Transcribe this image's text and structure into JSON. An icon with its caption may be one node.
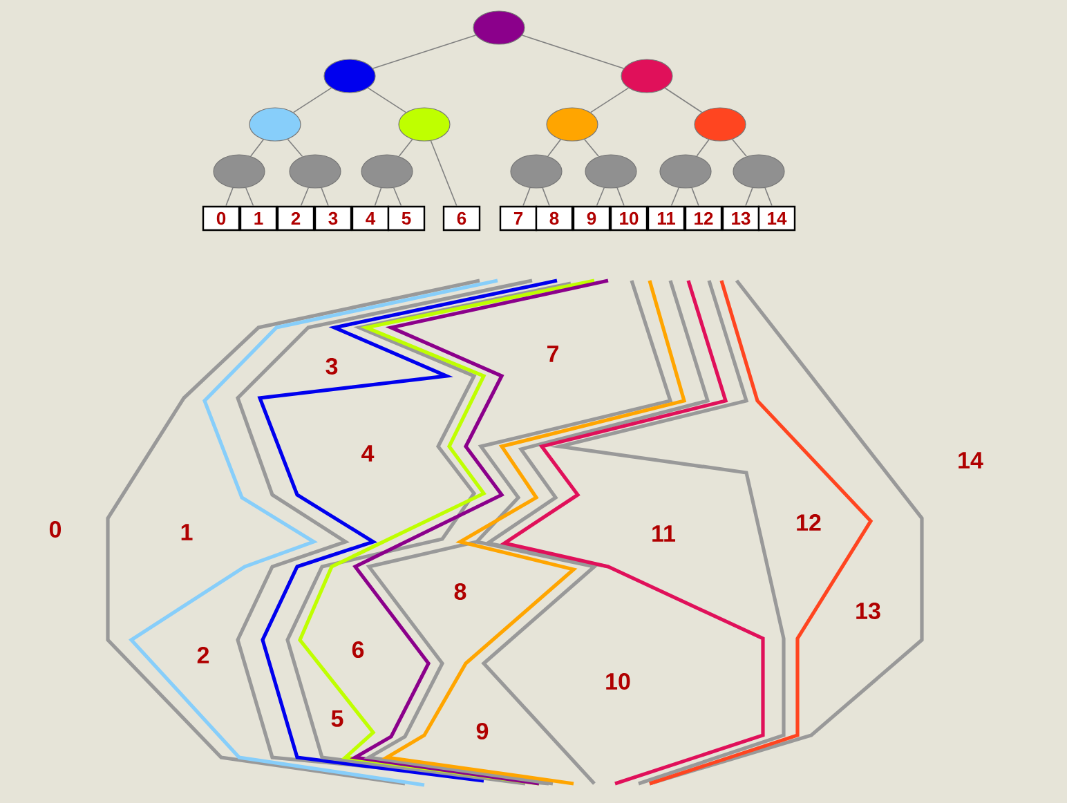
{
  "diagram": {
    "nodes": [
      {
        "text": [],
        "shape": "circle"
      },
      {
        "text": [],
        "shape": "circle"
      },
      {
        "text": [],
        "shape": "circle"
      },
      {
        "text": [],
        "shape": "circle"
      },
      {
        "text": [],
        "shape": "circle"
      },
      {
        "text": [],
        "shape": "circle"
      },
      {
        "text": [],
        "shape": "circle"
      },
      {
        "text": [],
        "shape": "circle"
      },
      {
        "text": [],
        "shape": "circle"
      },
      {
        "text": [],
        "shape": "circle"
      },
      {
        "text": [],
        "shape": "circle"
      },
      {
        "text": [],
        "shape": "circle"
      },
      {
        "text": [],
        "shape": "circle"
      },
      {
        "text": [],
        "shape": "circle"
      },
      {
        "text": [
          "0"
        ]
      },
      {
        "text": [
          "1"
        ]
      },
      {
        "text": [
          "2"
        ]
      },
      {
        "text": [
          "3"
        ]
      },
      {
        "text": [
          "4"
        ]
      },
      {
        "text": [
          "5"
        ]
      },
      {
        "text": [
          "6"
        ]
      },
      {
        "text": [
          "7"
        ]
      },
      {
        "text": [
          "8"
        ]
      },
      {
        "text": [
          "9"
        ]
      },
      {
        "text": [
          "10"
        ]
      },
      {
        "text": [
          "11"
        ]
      },
      {
        "text": [
          "12"
        ]
      },
      {
        "text": [
          "13"
        ]
      },
      {
        "text": [
          "14"
        ]
      }
    ],
    "edges": [
      {
        "from": 0,
        "to": 1,
        "arrow": "none"
      },
      {
        "from": 0,
        "to": 2,
        "arrow": "none"
      },
      {
        "from": 1,
        "to": 3,
        "arrow": "none"
      },
      {
        "from": 1,
        "to": 4,
        "arrow": "none"
      },
      {
        "from": 2,
        "to": 5,
        "arrow": "none"
      },
      {
        "from": 2,
        "to": 6,
        "arrow": "none"
      },
      {
        "from": 3,
        "to": 7,
        "arrow": "none"
      },
      {
        "from": 3,
        "to": 8,
        "arrow": "none"
      },
      {
        "from": 4,
        "to": 9,
        "arrow": "none"
      },
      {
        "from": 4,
        "to": 20,
        "arrow": "none"
      },
      {
        "from": 5,
        "to": 10,
        "arrow": "none"
      },
      {
        "from": 5,
        "to": 11,
        "arrow": "none"
      },
      {
        "from": 6,
        "to": 12,
        "arrow": "none"
      },
      {
        "from": 6,
        "to": 13,
        "arrow": "none"
      },
      {
        "from": 7,
        "to": 14,
        "arrow": "none"
      },
      {
        "from": 7,
        "to": 15,
        "arrow": "none"
      },
      {
        "from": 8,
        "to": 16,
        "arrow": "none"
      },
      {
        "from": 8,
        "to": 17,
        "arrow": "none"
      },
      {
        "from": 9,
        "to": 18,
        "arrow": "none"
      },
      {
        "from": 9,
        "to": 19,
        "arrow": "none"
      },
      {
        "from": 10,
        "to": 21,
        "arrow": "none"
      },
      {
        "from": 10,
        "to": 22,
        "arrow": "none"
      },
      {
        "from": 11,
        "to": 23,
        "arrow": "none"
      },
      {
        "from": 11,
        "to": 24,
        "arrow": "none"
      },
      {
        "from": 12,
        "to": 25,
        "arrow": "none"
      },
      {
        "from": 12,
        "to": 26,
        "arrow": "none"
      },
      {
        "from": 13,
        "to": 27,
        "arrow": "none"
      },
      {
        "from": 13,
        "to": 28,
        "arrow": "none"
      }
    ],
    "labels": [
      "7",
      "3",
      "4",
      "14",
      "12",
      "0",
      "1",
      "11",
      "8",
      "13",
      "6",
      "2",
      "10",
      "5",
      "9"
    ]
  }
}
